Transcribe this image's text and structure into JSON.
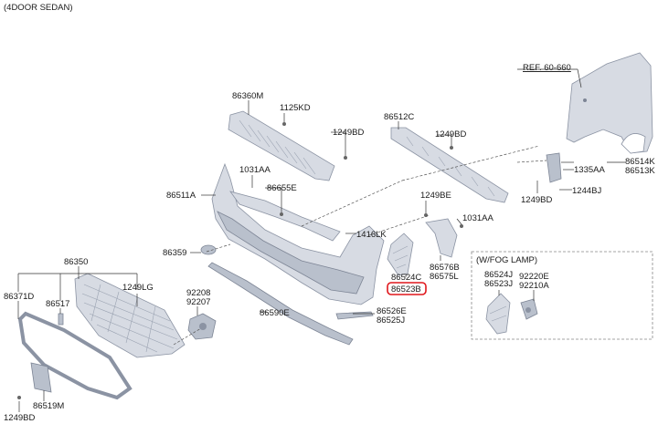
{
  "diagram": {
    "header": "(4DOOR SEDAN)",
    "fog_lamp_box_title": "(W/FOG LAMP)",
    "highlight_color": "#e0161b",
    "highlighted_label": "86523B",
    "labels": {
      "ref_6060": "REF. 60-660",
      "p86360M": "86360M",
      "p1125KD": "1125KD",
      "p1249BD_top": "1249BD",
      "p86512C": "86512C",
      "p1249BD_right": "1249BD",
      "p1031AA_left": "1031AA",
      "p86655E": "86655E",
      "p86511A": "86511A",
      "p1249BE": "1249BE",
      "p1031AA_right": "1031AA",
      "p1416LK": "1416LK",
      "p86359": "86359",
      "p86514K": "86514K",
      "p86513K": "86513K",
      "p1335AA": "1335AA",
      "p1249BD_fender": "1249BD",
      "p1244BJ": "1244BJ",
      "p86350": "86350",
      "p86371D": "86371D",
      "p86517": "86517",
      "p1249LG": "1249LG",
      "p92208": "92208",
      "p92207": "92207",
      "p86524C": "86524C",
      "p86523B": "86523B",
      "p86576B": "86576B",
      "p86575L": "86575L",
      "p86590E": "86590E",
      "p86526E": "86526E",
      "p86525J": "86525J",
      "p86524J": "86524J",
      "p86523J": "86523J",
      "p92220E": "92220E",
      "p92210A": "92210A",
      "p86519M": "86519M",
      "p1249BD_bottom": "1249BD"
    }
  }
}
